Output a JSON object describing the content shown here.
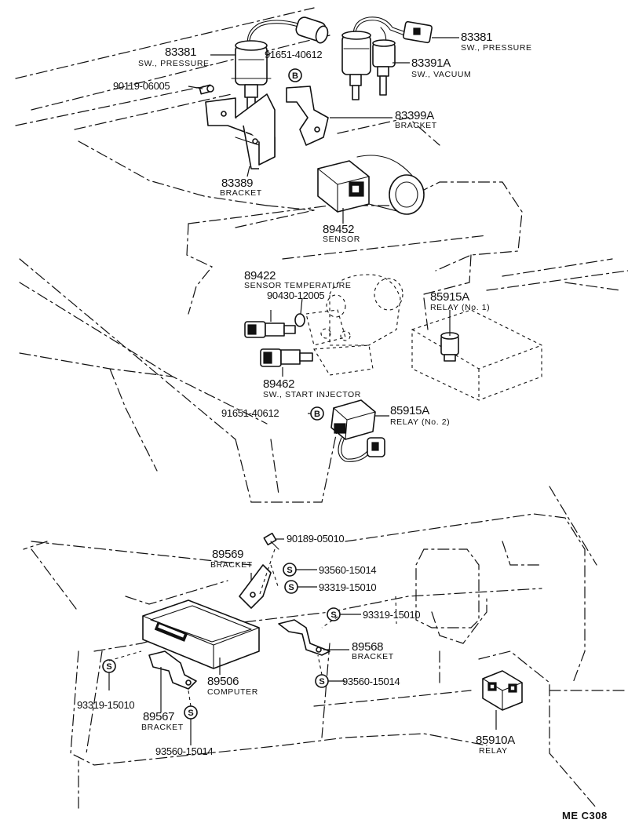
{
  "labels": {
    "p83381_top": {
      "number": "83381",
      "name": "SW., PRESSURE"
    },
    "p83381_right": {
      "number": "83381",
      "name": "SW., PRESSURE"
    },
    "p91651_top": {
      "number": "91651-40612"
    },
    "p90119": {
      "number": "90119-06005"
    },
    "p83391A": {
      "number": "83391A",
      "name": "SW., VACUUM"
    },
    "p83399A": {
      "number": "83399A",
      "name": "BRACKET"
    },
    "p83389": {
      "number": "83389",
      "name": "BRACKET"
    },
    "p89452": {
      "number": "89452",
      "name": "SENSOR"
    },
    "p89422": {
      "number": "89422",
      "name": "SENSOR TEMPERATURE"
    },
    "p90430": {
      "number": "90430-12005"
    },
    "p85915A_1": {
      "number": "85915A",
      "name": "RELAY (No. 1)"
    },
    "p89462": {
      "number": "89462",
      "name": "SW., START INJECTOR"
    },
    "p91651_mid": {
      "number": "91651-40612"
    },
    "p85915A_2": {
      "number": "85915A",
      "name": "RELAY (No. 2)"
    },
    "p90189": {
      "number": "90189-05010"
    },
    "p89569": {
      "number": "89569",
      "name": "BRACKET"
    },
    "p93560_a": {
      "number": "93560-15014"
    },
    "p93319_a": {
      "number": "93319-15010"
    },
    "p93319_b": {
      "number": "93319-15010"
    },
    "p89568": {
      "number": "89568",
      "name": "BRACKET"
    },
    "p93560_b": {
      "number": "93560-15014"
    },
    "p89506": {
      "number": "89506",
      "name": "COMPUTER"
    },
    "p93319_c": {
      "number": "93319-15010"
    },
    "p89567": {
      "number": "89567",
      "name": "BRACKET"
    },
    "p93560_c": {
      "number": "93560-15014"
    },
    "p85910A": {
      "number": "85910A",
      "name": "RELAY"
    }
  },
  "symbols": {
    "bolt_ref": "B",
    "screw_ref": "S"
  },
  "drawing_code": "ME C308"
}
